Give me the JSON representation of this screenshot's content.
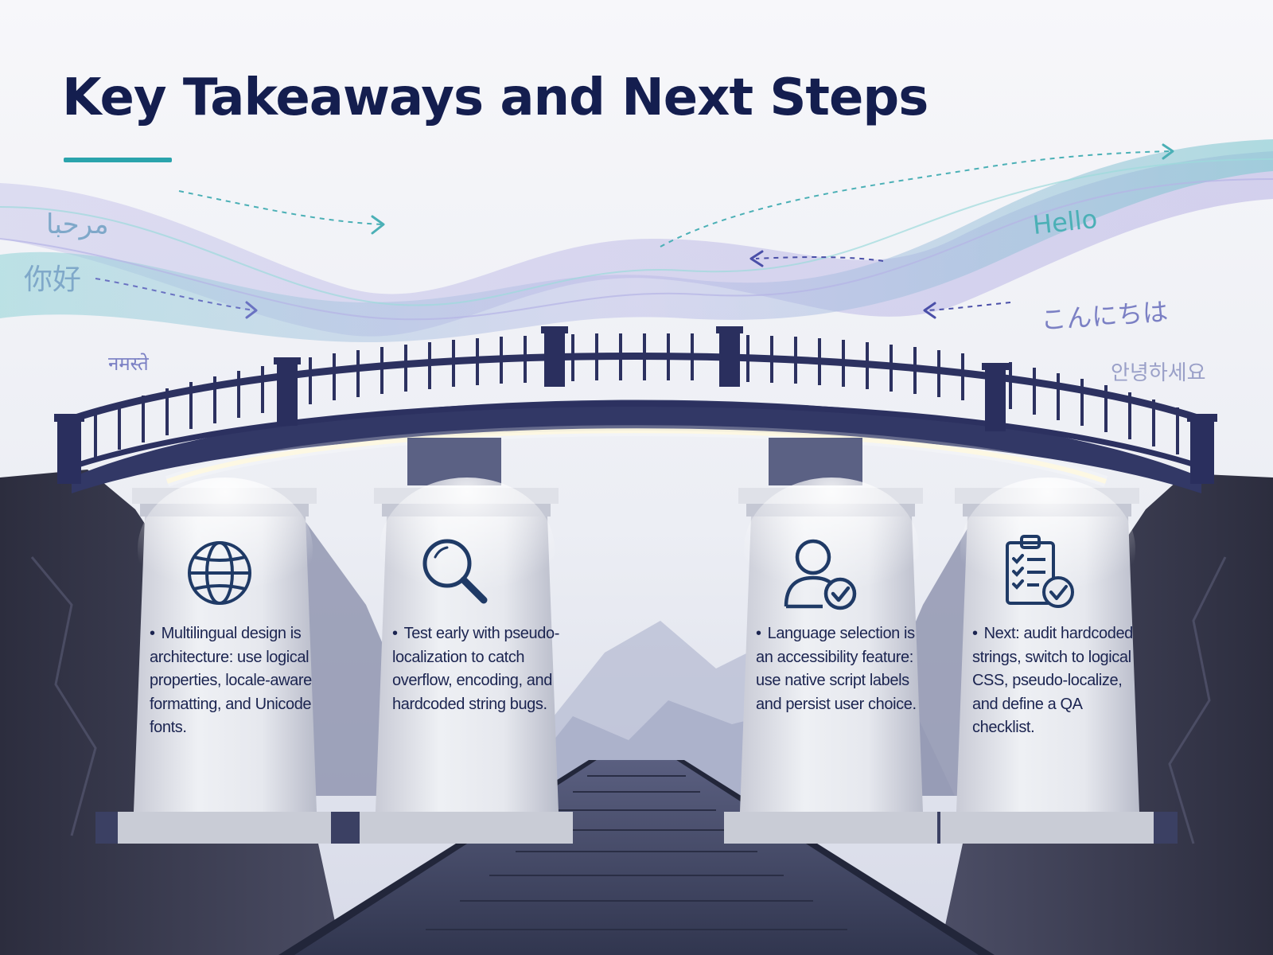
{
  "title": "Key Takeaways and Next Steps",
  "greetings": {
    "arabic": "مرحبا",
    "chinese": "你好",
    "hindi": "नमस्ते",
    "english": "Hello",
    "japanese": "こんにちは",
    "korean": "안녕하세요"
  },
  "pillars": [
    {
      "icon": "globe-icon",
      "text": "Multilingual design is architecture: use logical properties, locale-aware formatting, and Unicode fonts."
    },
    {
      "icon": "magnifier-icon",
      "text": "Test early with pseudo-localization to catch overflow, encoding, and hardcoded string bugs."
    },
    {
      "icon": "user-check-icon",
      "text": "Language selection is an accessibility feature: use native script labels and persist user choice."
    },
    {
      "icon": "clipboard-check-icon",
      "text": "Next: audit hardcoded strings, switch to logical CSS, pseudo-localize, and define a QA checklist."
    }
  ],
  "colors": {
    "title": "#141e4f",
    "accent": "#2aa3ac",
    "bridge": "#2e3566",
    "icon": "#1f3a66"
  }
}
